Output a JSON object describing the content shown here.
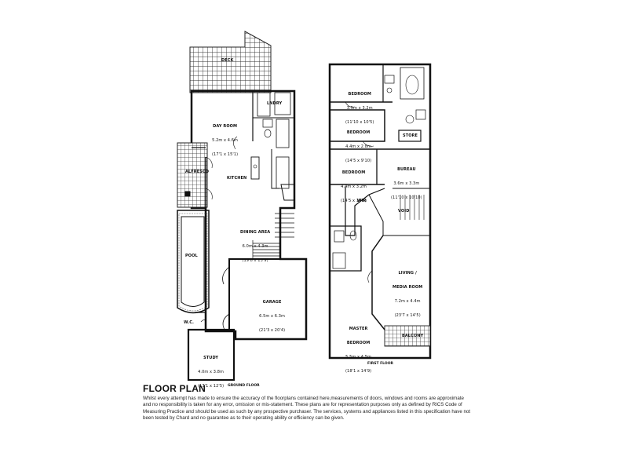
{
  "title": "FLOOR PLAN",
  "disclaimer": "Whilst every attempt has made to ensure the accuracy of the floorplans contained here,measurements of doors, windows and rooms are approximate and no responsibility is taken for any error, omission or mis-statement. These plans are for representation purposes only as defined by RICS Code of Measuring Practice and should be used as such by any prospective purchaser. The services, systems and appliances listed in this specification have not been tested by Chard and no guarantee as to their operating ability or efficiency can be given.",
  "ground_floor": {
    "caption": "GROUND FLOOR",
    "rooms": {
      "deck": {
        "name": "DECK"
      },
      "lndry": {
        "name": "LNDRY"
      },
      "day_room": {
        "name": "DAY ROOM",
        "metric": "5.2m x 4.6m",
        "imperial": "(17'1 x 15'1)"
      },
      "kitchen": {
        "name": "KITCHEN"
      },
      "alfresco": {
        "name": "ALFRESCO"
      },
      "dining_area": {
        "name": "DINING AREA",
        "metric": "6.0m x 4.3m",
        "imperial": "(19'8 x 13'9)"
      },
      "pool": {
        "name": "POOL"
      },
      "garage": {
        "name": "GARAGE",
        "metric": "6.5m x 6.3m",
        "imperial": "(21'3 x 20'4)"
      },
      "wc": {
        "name": "W.C."
      },
      "study": {
        "name": "STUDY",
        "metric": "4.0m x 3.8m",
        "imperial": "(13'1 x 12'5)"
      }
    }
  },
  "first_floor": {
    "caption": "FIRST FLOOR",
    "rooms": {
      "bedroom_1": {
        "name": "BEDROOM",
        "metric": "3.5m x 3.2m",
        "imperial": "(11'10 x 10'5)"
      },
      "bedroom_2": {
        "name": "BEDROOM",
        "metric": "4.4m x 2.8m",
        "imperial": "(14'5 x 9'10)"
      },
      "store": {
        "name": "STORE"
      },
      "bedroom_3": {
        "name": "BEDROOM",
        "metric": "4.4m x 3.2m",
        "imperial": "(14'5 x 10'6)"
      },
      "bureau": {
        "name": "BUREAU",
        "metric": "3.6m x 3.3m",
        "imperial": "(11'10 x 10'10)"
      },
      "wir": {
        "name": "WIR"
      },
      "void": {
        "name": "VOID"
      },
      "living_media": {
        "name": "LIVING /",
        "name2": "MEDIA ROOM",
        "metric": "7.2m x 4.4m",
        "imperial": "(23'7 x 14'5)"
      },
      "master_bedroom": {
        "name": "MASTER",
        "name2": "BEDROOM",
        "metric": "5.5m x 4.5m",
        "imperial": "(18'1 x 14'9)"
      },
      "balcony": {
        "name": "BALCONY"
      }
    }
  }
}
